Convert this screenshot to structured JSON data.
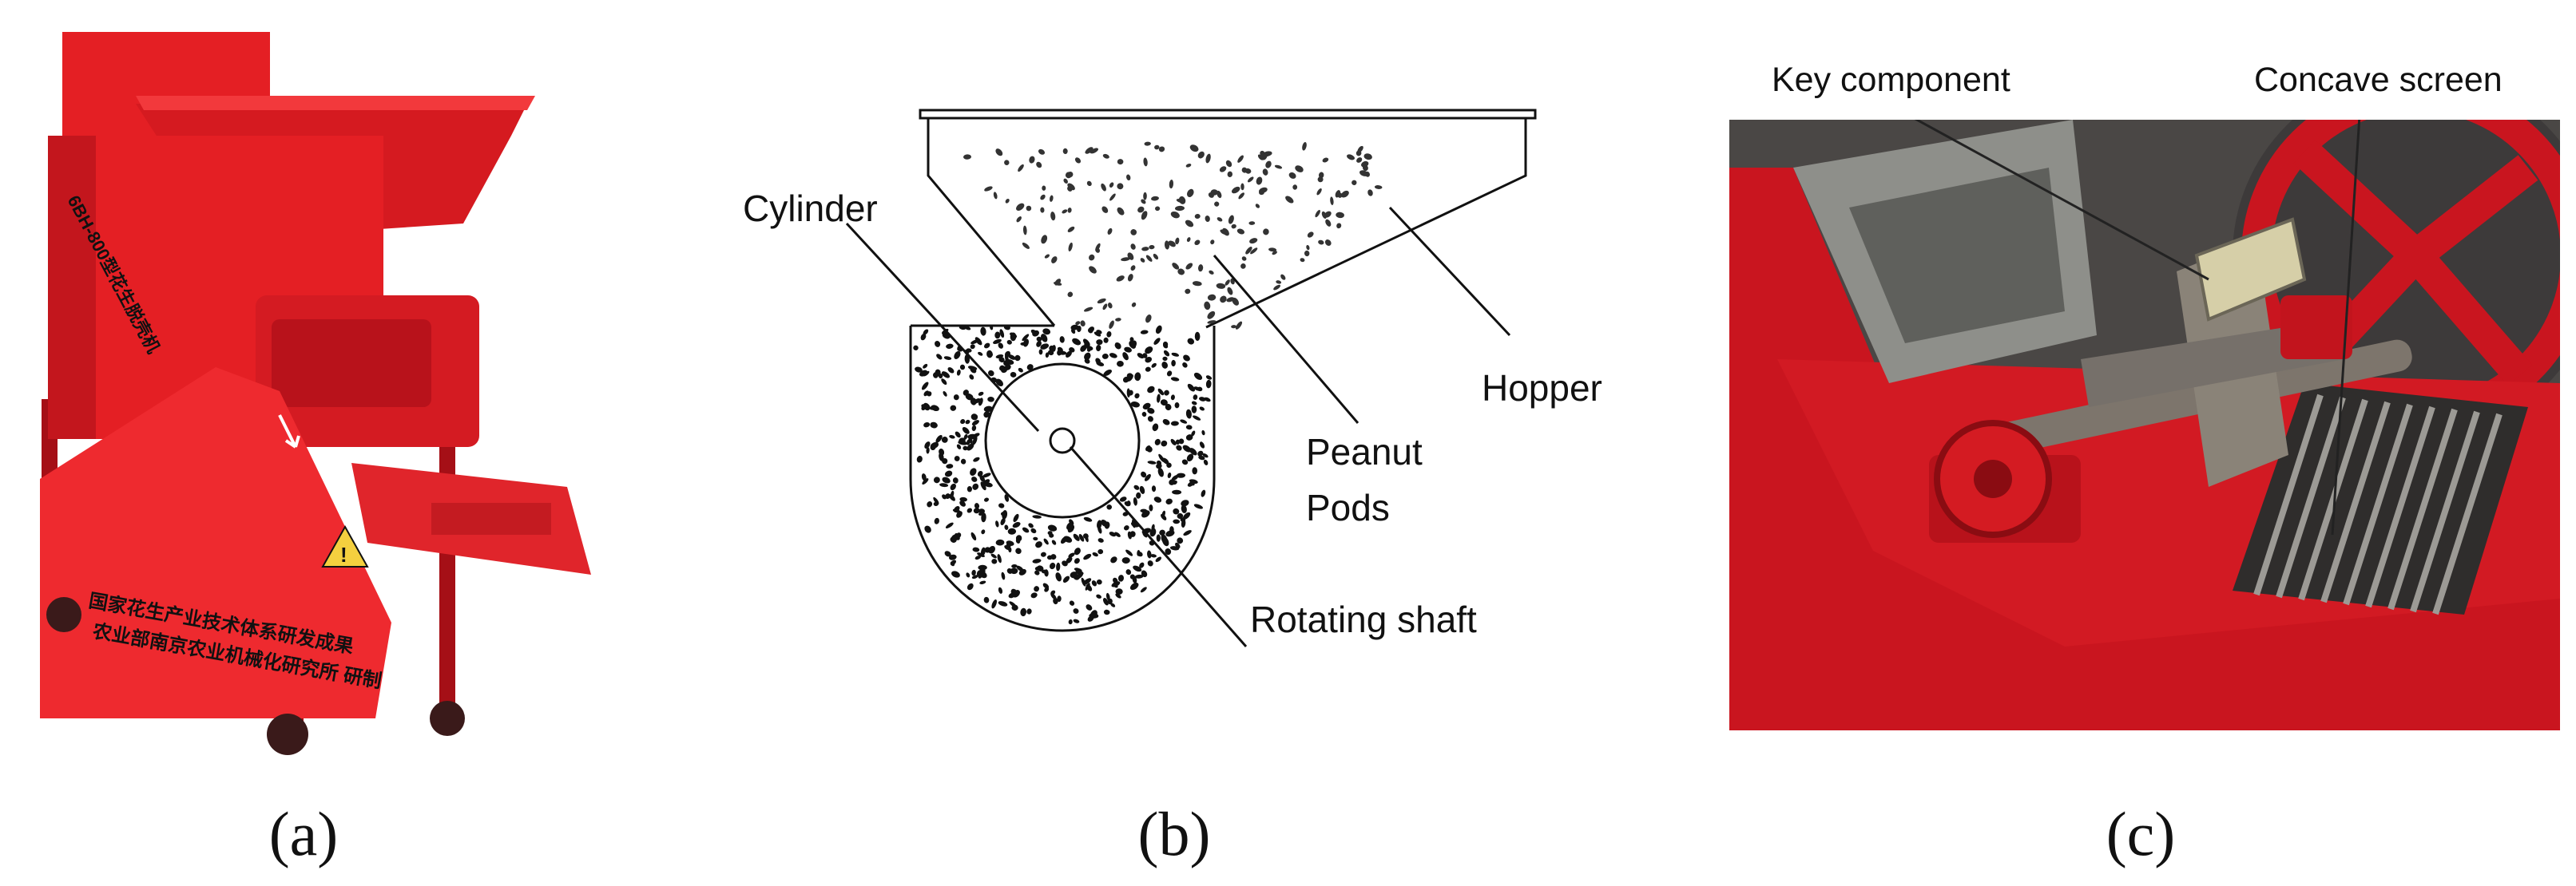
{
  "panels": {
    "a": {
      "caption": "(a)",
      "machine_text": {
        "model_plate": "6BH-800型花生脱壳机",
        "line1": "国家花生产业技术体系研发成果",
        "line2": "农业部南京农业机械化研究所 研制"
      }
    },
    "b": {
      "caption": "(b)",
      "labels": {
        "cylinder": "Cylinder",
        "hopper": "Hopper",
        "peanut_line1": "Peanut",
        "peanut_line2": "Pods",
        "shaft": "Rotating shaft"
      }
    },
    "c": {
      "caption": "(c)",
      "labels": {
        "key_component": "Key component",
        "concave_screen": "Concave screen"
      }
    }
  },
  "colors": {
    "machine_red": "#e41f24",
    "machine_dark_red": "#b5121b",
    "photo_red": "#c9151f",
    "metal_gray": "#8e8f8a",
    "ink": "#111111"
  }
}
